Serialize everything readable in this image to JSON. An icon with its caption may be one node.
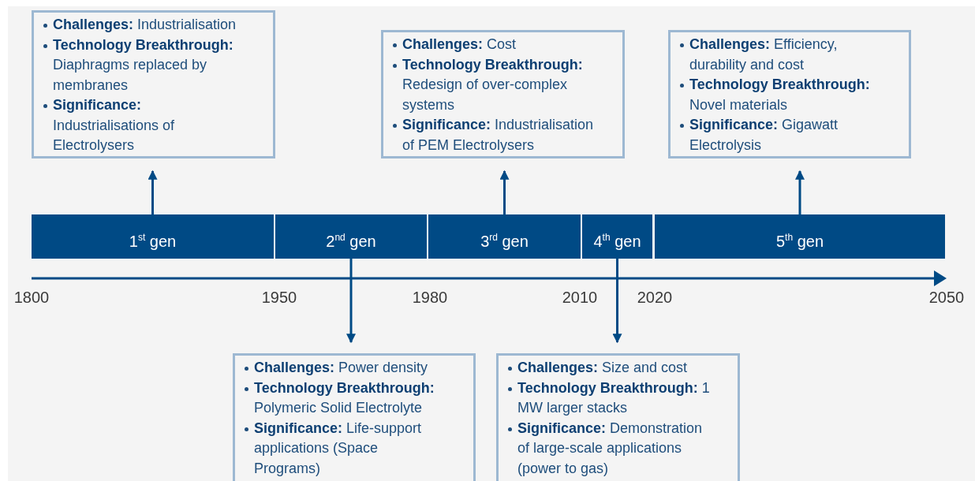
{
  "diagram": {
    "nodes": [
      {
        "text": [
          "**Challenges:** Industrialisation",
          "**Technology Breakthrough:** Diaphragms replaced by membranes",
          "**Significance:** Industrialisations of Electrolysers"
        ]
      },
      {
        "text": [
          "**Challenges:** Cost",
          "**Technology Breakthrough:** Redesign of over-complex systems",
          "**Significance:** Industrialisation of PEM Electrolysers"
        ]
      },
      {
        "text": [
          "**Challenges:** Efficiency, durability and cost",
          "**Technology Breakthrough:** Novel materials",
          "**Significance:** Gigawatt Electrolysis"
        ]
      },
      {
        "text": [
          "1$^{st}$ gen"
        ]
      },
      {
        "text": [
          "2$^{nd}$ gen"
        ]
      },
      {
        "text": [
          "3$^{rd}$ gen"
        ]
      },
      {
        "text": [
          "4$^{th}$ gen"
        ]
      },
      {
        "text": [
          "5$^{th}$ gen"
        ]
      },
      {
        "text": [
          "**Challenges:** Power density",
          "**Technology Breakthrough:** Polymeric Solid Electrolyte",
          "**Significance:** Life-support applications (Space Programs)"
        ]
      },
      {
        "text": [
          "**Challenges:** Size and cost",
          "**Technology Breakthrough:** 1 MW larger stacks",
          "**Significance:** Demonstration of large-scale applications (power to gas)"
        ]
      }
    ],
    "edges": [
      {
        "from": 3,
        "to": 0,
        "arrow": "to"
      },
      {
        "from": 5,
        "to": 1,
        "arrow": "to"
      },
      {
        "from": 7,
        "to": 2,
        "arrow": "to"
      },
      {
        "from": 4,
        "to": 8,
        "arrow": "to"
      },
      {
        "from": 6,
        "to": 9,
        "arrow": "to"
      }
    ],
    "labels": [
      "1800",
      "1950",
      "1980",
      "2010",
      "2020",
      "2050"
    ]
  }
}
